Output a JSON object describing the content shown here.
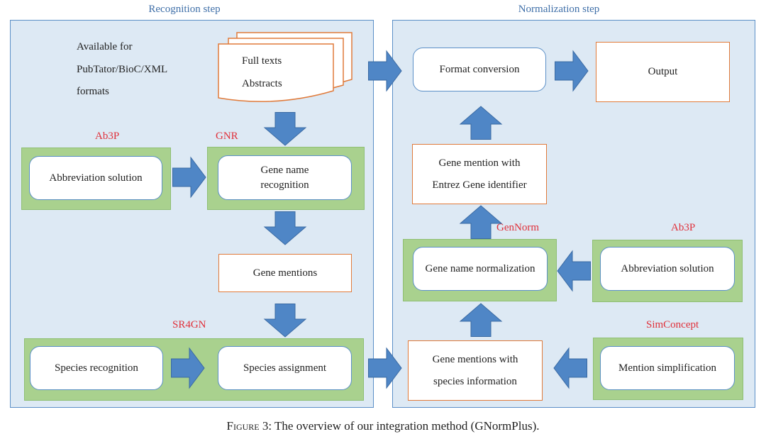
{
  "recognition_step": {
    "title": "Recognition step",
    "availability": [
      "Available for",
      "PubTator/BioC/XML",
      "formats"
    ],
    "documents": [
      "Full texts",
      "Abstracts"
    ],
    "tool_ab3p": "Ab3P",
    "tool_gnr": "GNR",
    "tool_sr4gn": "SR4GN",
    "abbreviation_solution": "Abbreviation solution",
    "gene_name_recognition": [
      "Gene name",
      "recognition"
    ],
    "gene_mentions": "Gene mentions",
    "species_recognition": "Species recognition",
    "species_assignment": "Species assignment"
  },
  "normalization_step": {
    "title": "Normalization step",
    "format_conversion": "Format conversion",
    "output": "Output",
    "gene_mention_with_id": [
      "Gene mention with",
      "Entrez Gene identifier"
    ],
    "tool_gennorm": "GenNorm",
    "tool_ab3p": "Ab3P",
    "tool_simconcept": "SimConcept",
    "gene_name_normalization": "Gene name normalization",
    "abbreviation_solution": "Abbreviation solution",
    "gene_mentions_species": [
      "Gene mentions with",
      "species information"
    ],
    "mention_simplification": "Mention simplification"
  },
  "caption": {
    "figure_label": "Figure 3:",
    "text": " The overview of our integration method (GNormPlus)."
  },
  "colors": {
    "panel_fill": "#dde9f4",
    "panel_border": "#5b8fc7",
    "green_group": "#a9d18e",
    "arrow": "#4f86c6",
    "orange_border": "#e07a3a",
    "tool_label": "#e0303a"
  }
}
